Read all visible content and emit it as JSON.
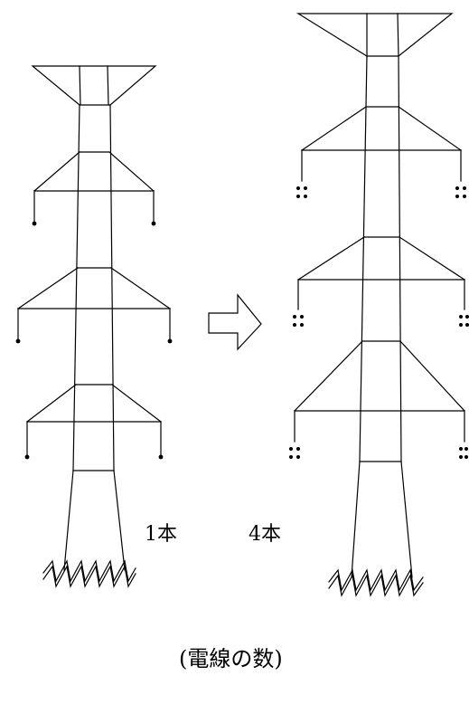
{
  "labels": {
    "single": "1本",
    "quad": "4本"
  },
  "caption": "(電線の数)",
  "icons": {
    "arrow": "right-arrow-icon",
    "tower_left": "transmission-tower-icon",
    "tower_right": "transmission-tower-icon"
  }
}
